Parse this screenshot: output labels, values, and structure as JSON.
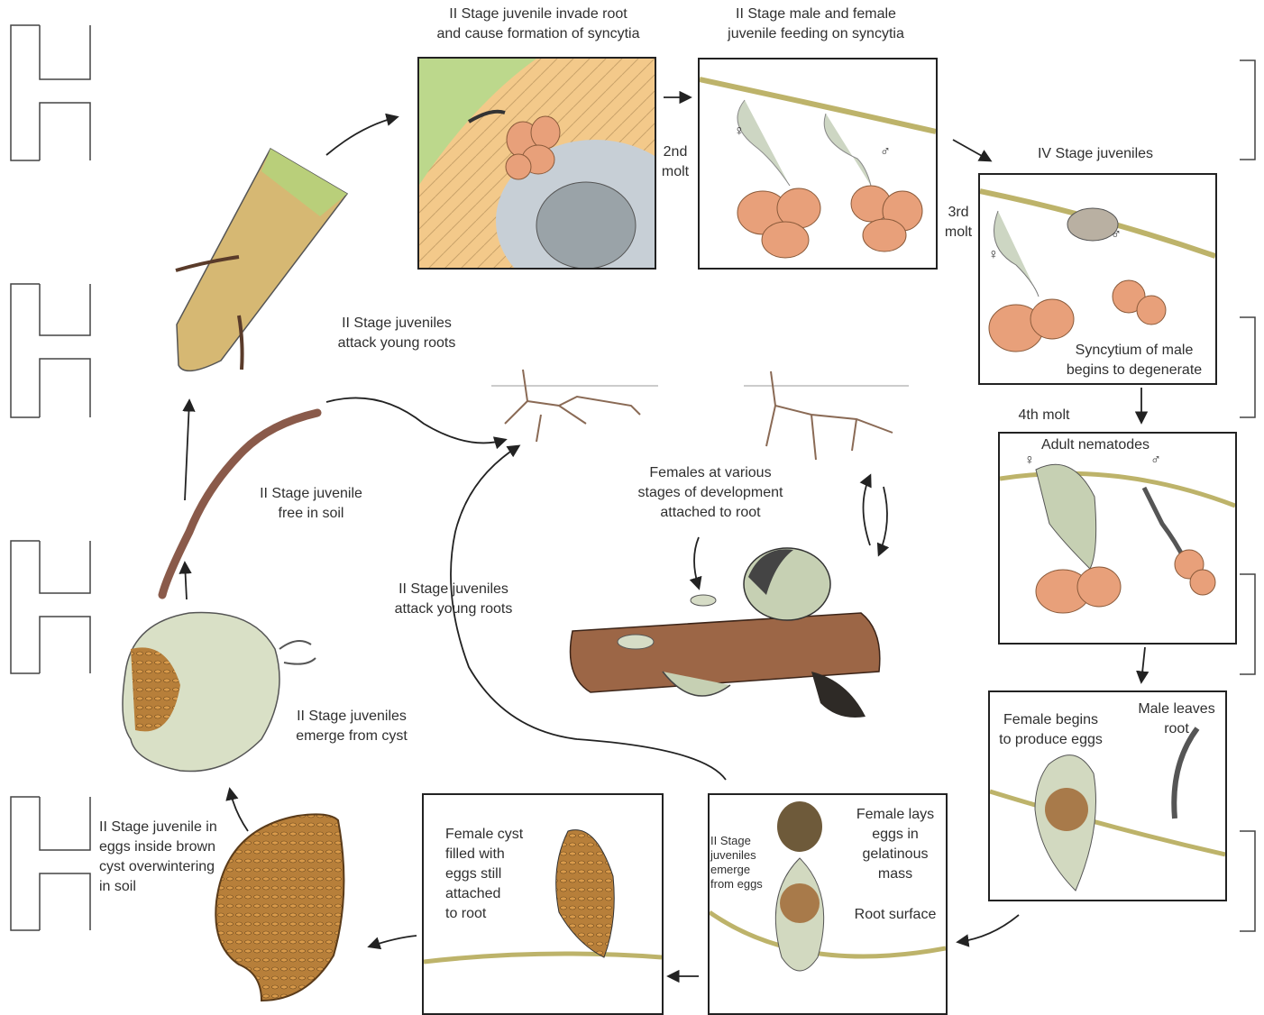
{
  "labels": {
    "invade": "II Stage juvenile invade root\nand cause formation of syncytia",
    "feeding": "II Stage male and female\njuvenile feeding on syncytia",
    "molt2": "2nd\nmolt",
    "molt3": "3rd\nmolt",
    "stage4": "IV Stage juveniles",
    "degenerate": "Syncytium of male\nbegins to degenerate",
    "molt4": "4th molt",
    "adult": "Adult nematodes",
    "female_eggs": "Female begins\nto produce eggs",
    "male_leaves": "Male leaves\nroot",
    "lays_eggs": "Female lays\neggs in\ngelatinous\nmass",
    "root_surface": "Root surface",
    "emerge_eggs": "II Stage\njuveniles\nemerge\nfrom eggs",
    "cyst_filled": "Female cyst\nfilled with\neggs still\nattached\nto root",
    "overwinter": "II Stage juvenile in\neggs inside brown\ncyst overwintering\nin soil",
    "emerge_cyst": "II Stage juveniles\nemerge from cyst",
    "free_soil": "II Stage juvenile\nfree in soil",
    "attack_top": "II Stage juveniles\nattack young roots",
    "attack_mid": "II Stage juveniles\nattack young roots",
    "females_root": "Females at various\nstages of development\nattached to root"
  },
  "symbols": {
    "female": "♀",
    "male": "♂"
  },
  "colors": {
    "syncytia": "#e8a07a",
    "nematode": "#c5d1b8",
    "cyst": "#a8762e",
    "root": "#8b5a3c"
  }
}
